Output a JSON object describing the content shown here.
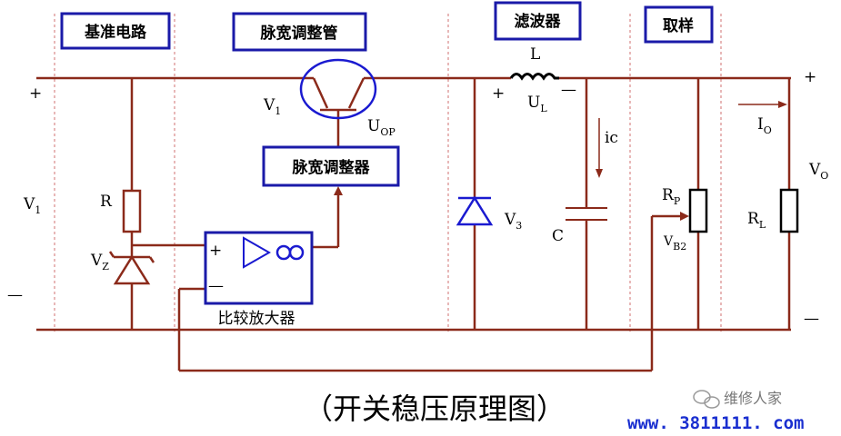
{
  "sections": {
    "reference": "基准电路",
    "pwm_tube": "脉宽调整管",
    "filter": "滤波器",
    "sampling": "取样"
  },
  "blocks": {
    "pwm_regulator": "脉宽调整器",
    "comparator": "比较放大器"
  },
  "labels": {
    "v1_input": "V",
    "v1_input_sub": "1",
    "v1_transistor": "V",
    "v1_transistor_sub": "1",
    "uop": "U",
    "uop_sub": "OP",
    "r": "R",
    "vz": "V",
    "vz_sub": "Z",
    "plus_in": "+",
    "minus_in": "—",
    "comp_plus": "+",
    "comp_minus": "—",
    "l": "L",
    "ul": "U",
    "ul_sub": "L",
    "ul_plus": "+",
    "ul_minus": "—",
    "ic": "ic",
    "v3": "V",
    "v3_sub": "3",
    "c": "C",
    "rp": "R",
    "rp_sub": "P",
    "vb2": "V",
    "vb2_sub": "B2",
    "io": "I",
    "io_sub": "O",
    "vo": "V",
    "vo_sub": "O",
    "rl": "R",
    "rl_sub": "L",
    "plus_out": "+",
    "minus_out": "—"
  },
  "title": "（开关稳压原理图）",
  "watermark": "维修人家",
  "url": "www. 3811111. com",
  "colors": {
    "wire": "#8b2a1a",
    "box": "#1a1aa8",
    "ellipse": "#1a1ad0",
    "dashed": "#d07070"
  }
}
